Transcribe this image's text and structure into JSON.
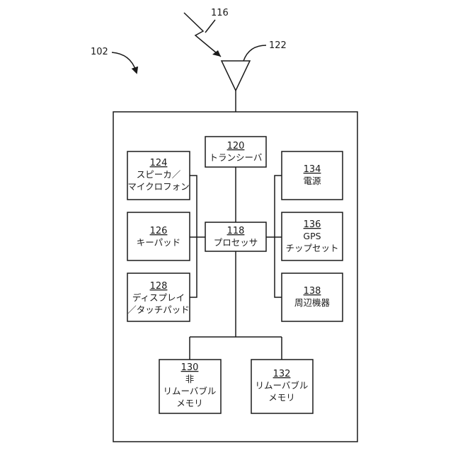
{
  "refs": {
    "device": "102",
    "signal": "116",
    "antenna": "122"
  },
  "blocks": {
    "transceiver": {
      "num": "120",
      "lines": [
        "トランシーバ"
      ]
    },
    "speaker_mic": {
      "num": "124",
      "lines": [
        "スピーカ／",
        "マイクロフォン"
      ]
    },
    "keypad": {
      "num": "126",
      "lines": [
        "キーパッド"
      ]
    },
    "processor": {
      "num": "118",
      "lines": [
        "プロセッサ"
      ]
    },
    "display": {
      "num": "128",
      "lines": [
        "ディスプレイ",
        "／タッチパッド"
      ]
    },
    "power": {
      "num": "134",
      "lines": [
        "電源"
      ]
    },
    "gps": {
      "num": "136",
      "lines": [
        "GPS",
        "チップセット"
      ]
    },
    "peripherals": {
      "num": "138",
      "lines": [
        "周辺機器"
      ]
    },
    "nonremovable": {
      "num": "130",
      "lines": [
        "非",
        "リムーバブル",
        "メモリ"
      ]
    },
    "removable": {
      "num": "132",
      "lines": [
        "リムーバブル",
        "メモリ"
      ]
    }
  }
}
